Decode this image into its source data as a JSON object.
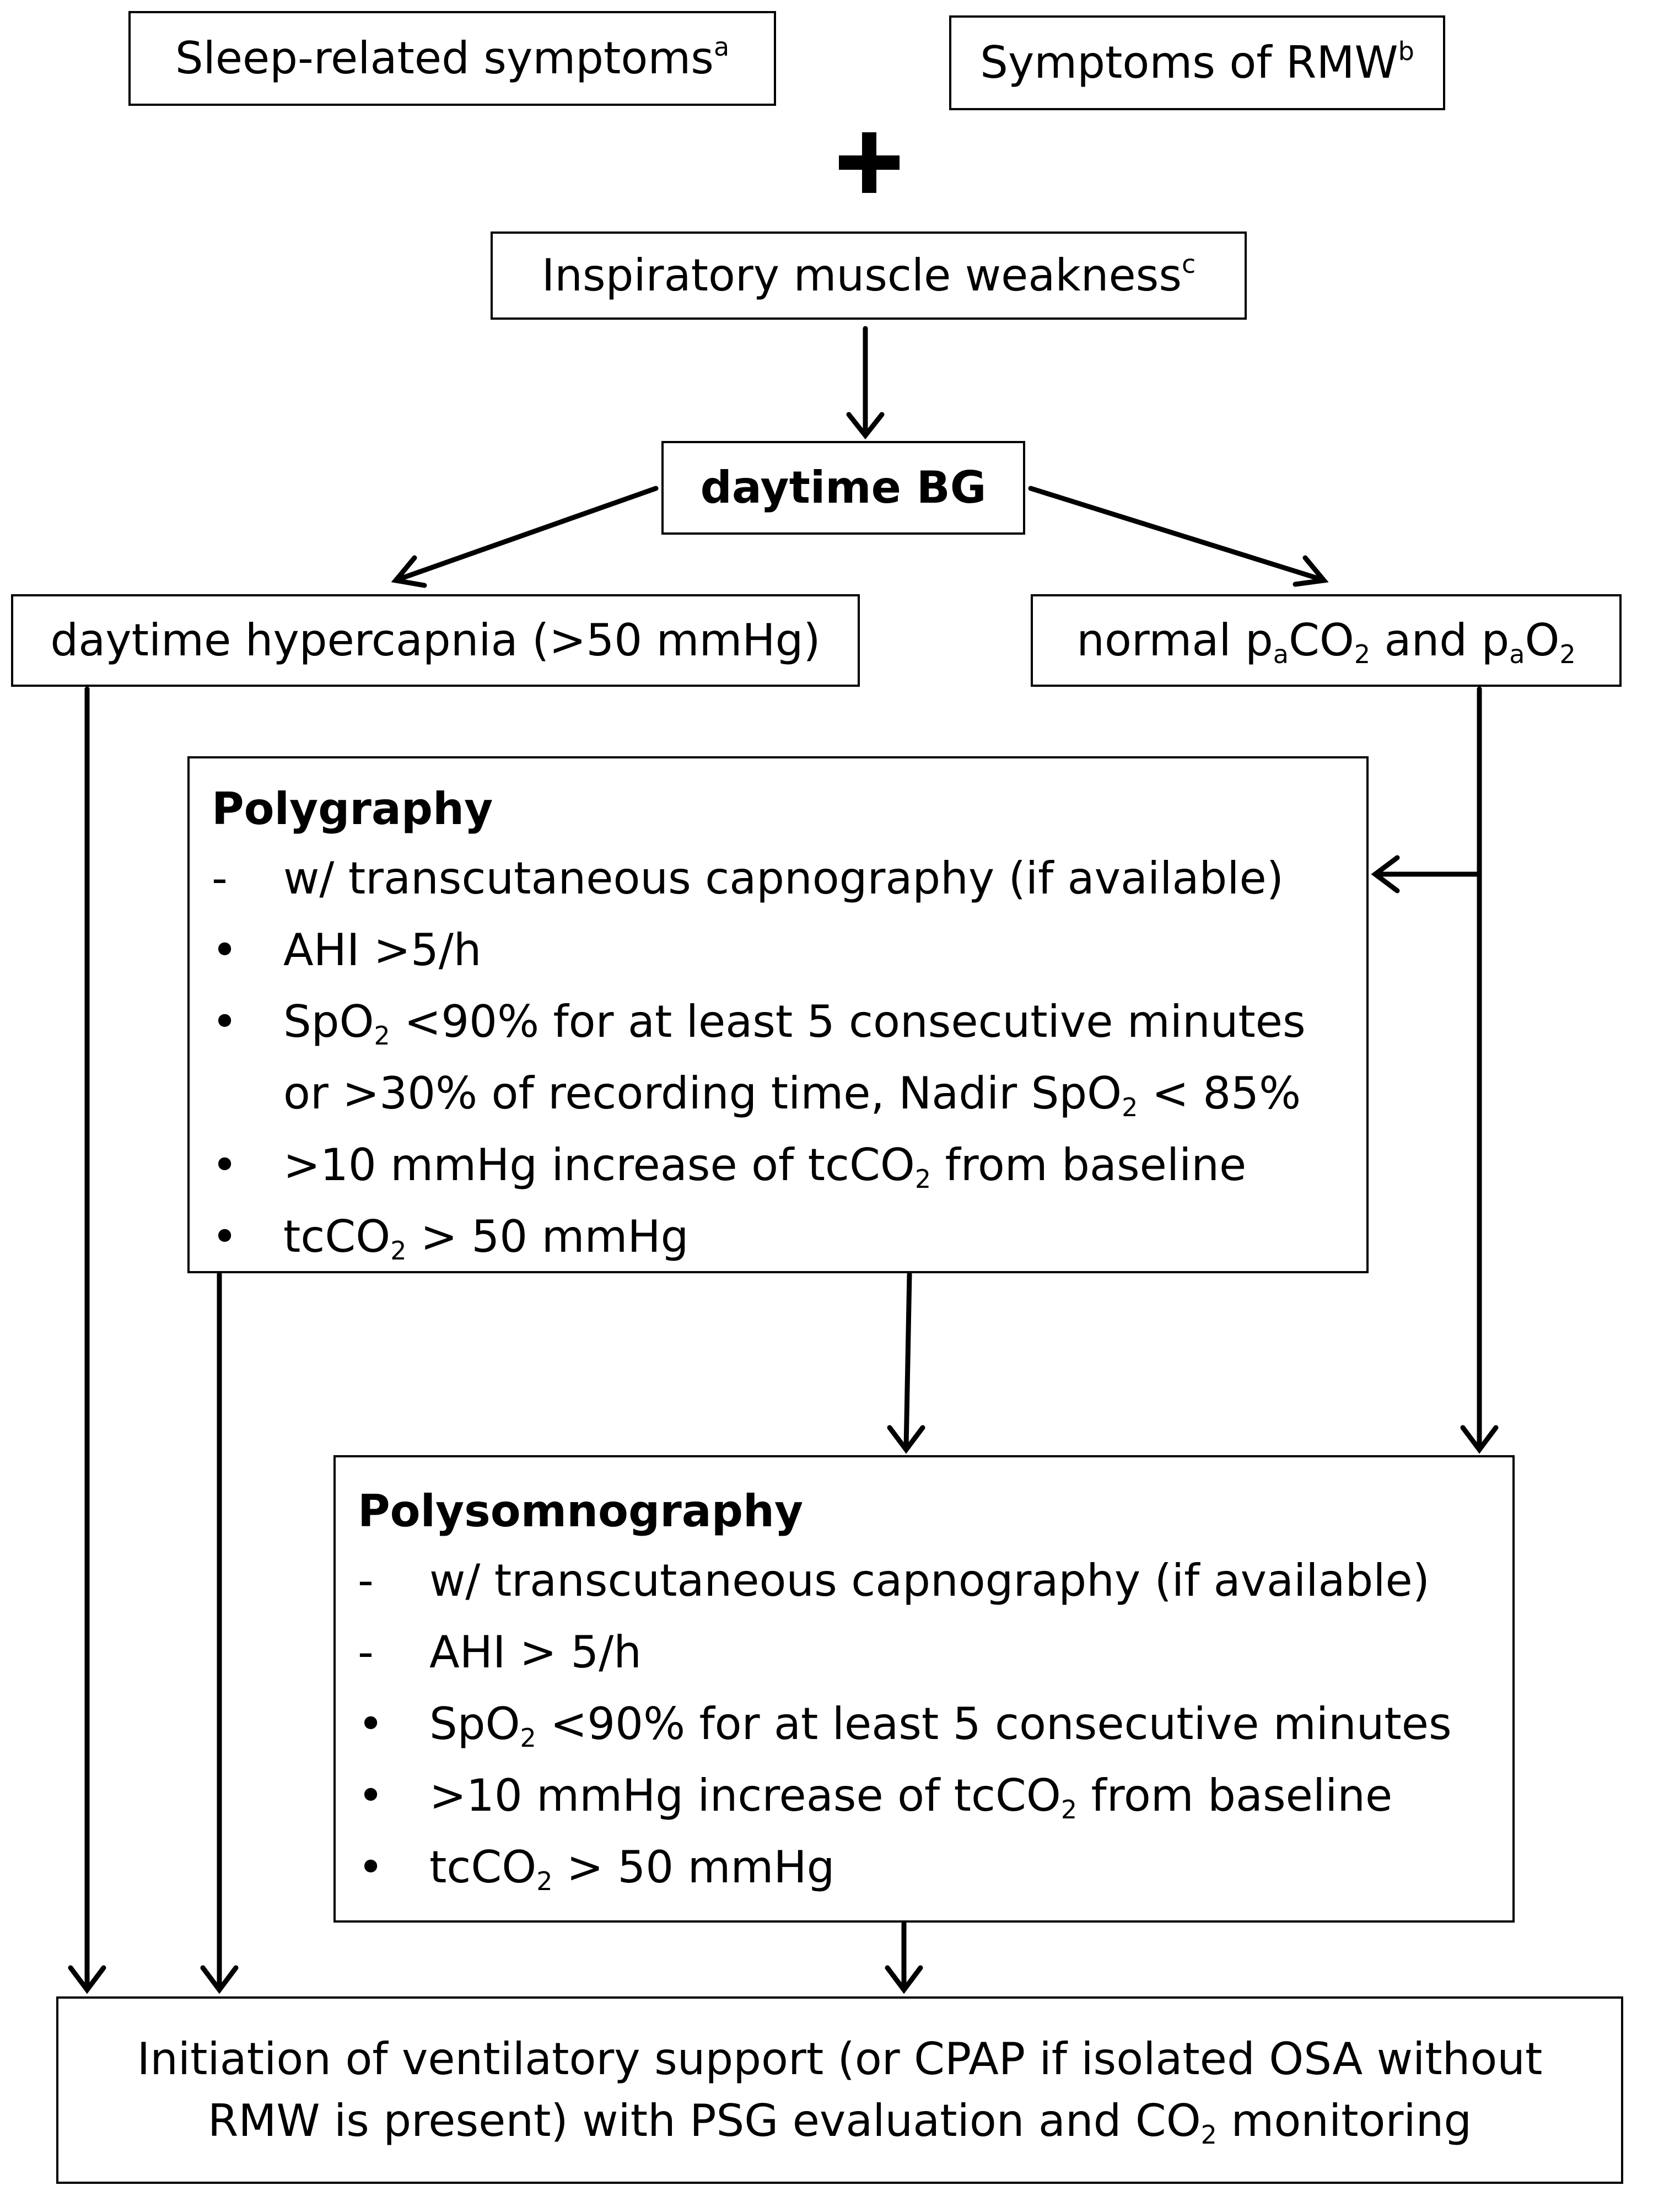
{
  "top": {
    "sleep_symptoms": "Sleep-related symptoms",
    "sleep_symptoms_sup": "a",
    "rmw_symptoms": "Symptoms of RMW",
    "rmw_symptoms_sup": "b",
    "combine_symbol": "+"
  },
  "inspiratory": {
    "label": "Inspiratory muscle weakness",
    "sup": "c"
  },
  "bg": {
    "label": "daytime BG"
  },
  "branches": {
    "hypercapnia": "daytime hypercapnia (>50 mmHg)",
    "normal": {
      "p1": "normal p",
      "a": "a",
      "co": "CO",
      "two": "2",
      "and": " and p",
      "a2": "a",
      "o": "O",
      "two2": "2"
    }
  },
  "polygraphy": {
    "title": "Polygraphy",
    "items": [
      {
        "marker": "-",
        "text": "w/ transcutaneous capnography (if available)"
      },
      {
        "marker": "•",
        "text": "AHI >5/h"
      },
      {
        "marker": "•",
        "text_a": "SpO",
        "sub_a": "2",
        "text_b": " <90% for at least 5 consecutive minutes",
        "cont_a": "or >30% of recording time, Nadir SpO",
        "cont_sub": "2",
        "cont_b": " < 85%"
      },
      {
        "marker": "•",
        "text_a": ">10 mmHg increase of tcCO",
        "sub_a": "2",
        "text_b": " from baseline"
      },
      {
        "marker": "•",
        "text_a": "tcCO",
        "sub_a": "2",
        "text_b": " > 50 mmHg"
      }
    ]
  },
  "polysomnography": {
    "title": "Polysomnography",
    "items": [
      {
        "marker": "-",
        "text": "w/ transcutaneous capnography (if available)"
      },
      {
        "marker": "-",
        "text": "AHI > 5/h"
      },
      {
        "marker": "•",
        "text_a": "SpO",
        "sub_a": "2",
        "text_b": " <90% for at least 5 consecutive minutes"
      },
      {
        "marker": "•",
        "text_a": ">10 mmHg increase of tcCO",
        "sub_a": "2",
        "text_b": " from baseline"
      },
      {
        "marker": "•",
        "text_a": "tcCO",
        "sub_a": "2",
        "text_b": " > 50 mmHg"
      }
    ]
  },
  "outcome": {
    "line1": "Initiation of ventilatory support (or CPAP if isolated OSA without",
    "line2a": "RMW is present) with PSG evaluation and CO",
    "line2_sub": "2",
    "line2b": " monitoring"
  }
}
